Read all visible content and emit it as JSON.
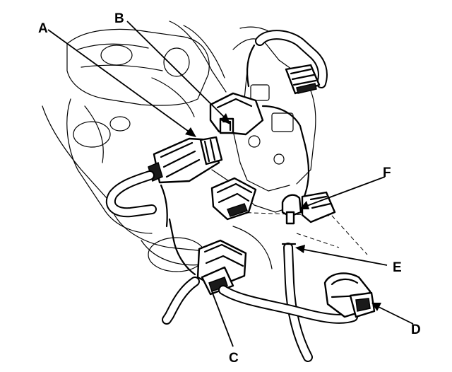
{
  "figure": {
    "background": "#ffffff",
    "ink_color": "#000000"
  },
  "callouts": {
    "A": "A",
    "B": "B",
    "C": "C",
    "D": "D",
    "E": "E",
    "F": "F"
  }
}
